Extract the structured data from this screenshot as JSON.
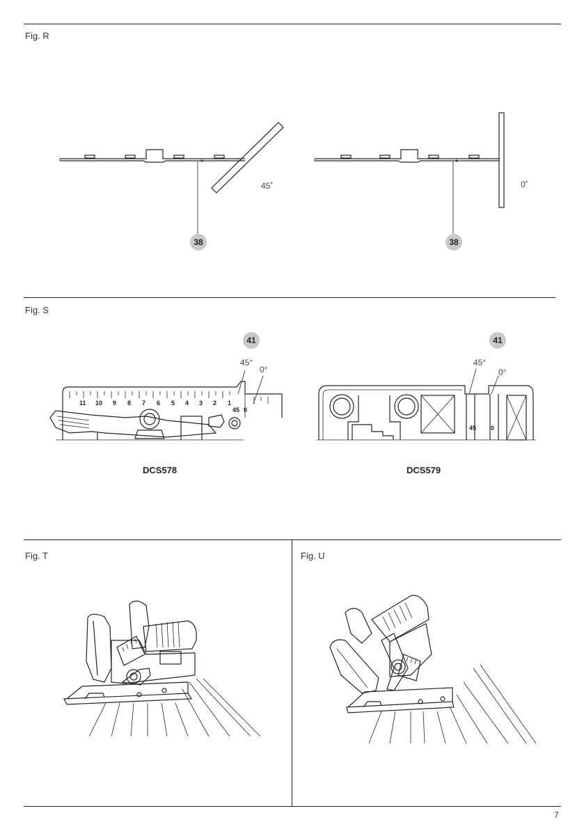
{
  "figures": {
    "r": {
      "label": "Fig. R",
      "callout_left": "38",
      "callout_right": "38",
      "angle_left": "45˚",
      "angle_right": "0˚"
    },
    "s": {
      "label": "Fig. S",
      "callout_left": "41",
      "callout_right": "41",
      "angle_45_left": "45°",
      "angle_0_left": "0°",
      "angle_45_right": "45°",
      "angle_0_right": "0°",
      "model_left": "DCS578",
      "model_right": "DCS579",
      "scale_numbers": [
        "11",
        "10",
        "9",
        "8",
        "7",
        "6",
        "5",
        "4",
        "3",
        "2",
        "1"
      ],
      "scale_marks_left": [
        "45",
        "0"
      ],
      "scale_marks_right": [
        "45",
        "0"
      ]
    },
    "t": {
      "label": "Fig. T"
    },
    "u": {
      "label": "Fig. U"
    }
  },
  "page_number": "7"
}
